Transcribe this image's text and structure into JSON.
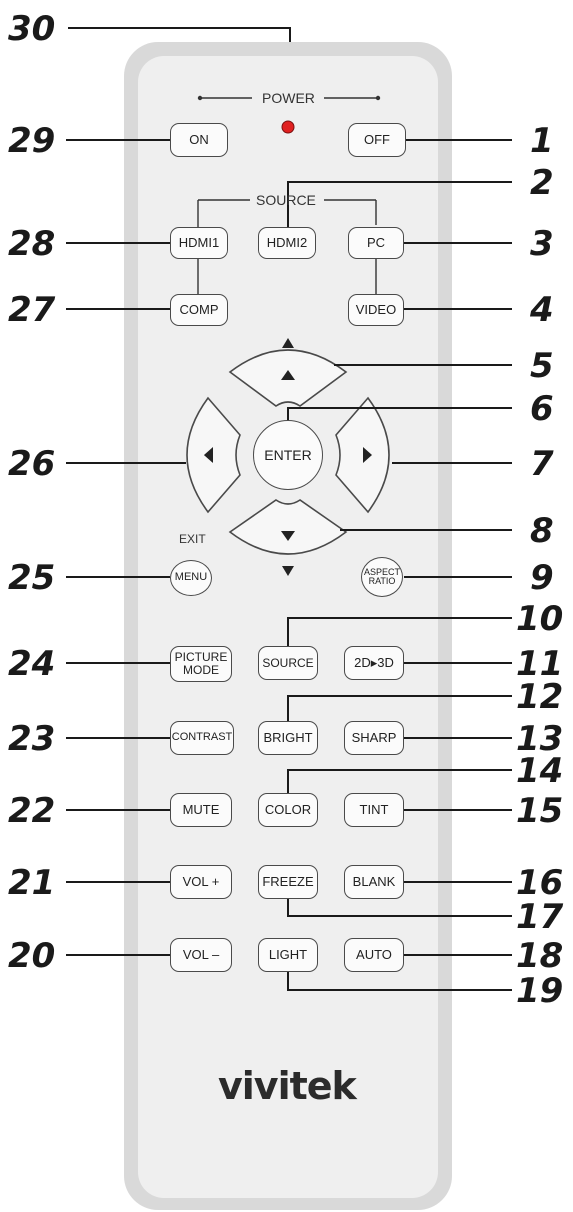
{
  "remote": {
    "brand": "vivitek",
    "labels": {
      "power": "POWER",
      "source_group": "SOURCE",
      "exit": "EXIT"
    },
    "buttons": {
      "on": "ON",
      "off": "OFF",
      "hdmi1": "HDMI1",
      "hdmi2": "HDMI2",
      "pc": "PC",
      "comp": "COMP",
      "video": "VIDEO",
      "enter": "ENTER",
      "menu": "MENU",
      "aspect_ratio": "ASPECT RATIO",
      "picture_mode": "PICTURE MODE",
      "source": "SOURCE",
      "2d3d": "2D▸3D",
      "contrast": "CONTRAST",
      "bright": "BRIGHT",
      "sharp": "SHARP",
      "mute": "MUTE",
      "color": "COLOR",
      "tint": "TINT",
      "vol_plus": "VOL +",
      "freeze": "FREEZE",
      "blank": "BLANK",
      "vol_minus": "VOL –",
      "light": "LIGHT",
      "auto": "AUTO"
    },
    "colors": {
      "body": "#ececec",
      "body_edge": "#d2d2d2",
      "power_led": "#e02020",
      "ink": "#1a1a1a"
    }
  },
  "callouts": [
    "1",
    "2",
    "3",
    "4",
    "5",
    "6",
    "7",
    "8",
    "9",
    "10",
    "11",
    "12",
    "13",
    "14",
    "15",
    "16",
    "17",
    "18",
    "19",
    "20",
    "21",
    "22",
    "23",
    "24",
    "25",
    "26",
    "27",
    "28",
    "29",
    "30"
  ]
}
